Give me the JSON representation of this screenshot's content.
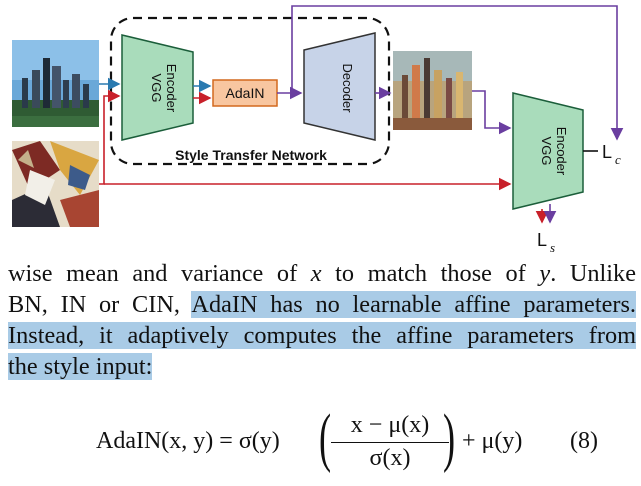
{
  "figure": {
    "encoder_label_1": "VGG",
    "encoder_label_2": "Encoder",
    "adain_label": "AdaIN",
    "decoder_label": "Decoder",
    "network_label": "Style Transfer Network",
    "loss_content": "L",
    "loss_content_sub": "c",
    "loss_style": "L",
    "loss_style_sub": "s",
    "colors": {
      "encoder_fill": "#a9dcbb",
      "decoder_fill": "#c7d3e8",
      "adain_fill": "#f8c6a0",
      "adain_stroke": "#d2691e",
      "content_arrow": "#2a7ab0",
      "style_arrow": "#c8202a",
      "output_arrow": "#6a3ea0"
    }
  },
  "paragraph": {
    "l1_a": "wise mean and variance of ",
    "l1_x": "x",
    "l1_b": " to match those of ",
    "l1_y": "y",
    "l1_c": ".  Unlike",
    "l2_a": "BN, IN or CIN, ",
    "l2_hl": "AdaIN has no learnable affine parameters.",
    "l3_hl": "Instead, it adaptively computes the affine parameters from",
    "l4_hl": "the style input:"
  },
  "equation": {
    "lhs": "AdaIN(x, y) = σ(y)",
    "numerator": "x − μ(x)",
    "denominator": "σ(x)",
    "rhs": "+ μ(y)",
    "number": "(8)"
  }
}
